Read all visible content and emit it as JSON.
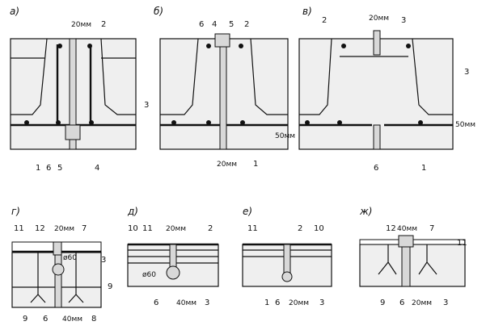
{
  "panels": {
    "a": {
      "title": "а)",
      "dim_top": "20мм",
      "labels": [
        "2",
        "3",
        "1",
        "6",
        "5",
        "4"
      ]
    },
    "b": {
      "title": "б)",
      "dim_bottom": "20мм",
      "dim_side": "50мм",
      "labels": [
        "6",
        "4",
        "5",
        "2",
        "1"
      ]
    },
    "v": {
      "title": "в)",
      "dim_top": "20мм",
      "dim_side": "50мм",
      "labels": [
        "2",
        "3",
        "3",
        "6",
        "1"
      ]
    },
    "g": {
      "title": "г)",
      "dim_top": "20мм",
      "dim_bottom": "40мм",
      "diameter": "ø60",
      "labels": [
        "11",
        "12",
        "7",
        "3",
        "9",
        "9",
        "6",
        "8"
      ]
    },
    "d": {
      "title": "д)",
      "dim_top": "20мм",
      "dim_bottom": "40мм",
      "diameter": "ø60",
      "labels": [
        "10",
        "11",
        "2",
        "6",
        "3"
      ]
    },
    "e": {
      "title": "е)",
      "dim_bottom": "20мм",
      "labels": [
        "11",
        "2",
        "10",
        "1",
        "6",
        "3"
      ]
    },
    "zh": {
      "title": "ж)",
      "dim_top": "40мм",
      "dim_bottom": "20мм",
      "labels": [
        "12",
        "7",
        "11",
        "9",
        "6",
        "3"
      ]
    }
  }
}
